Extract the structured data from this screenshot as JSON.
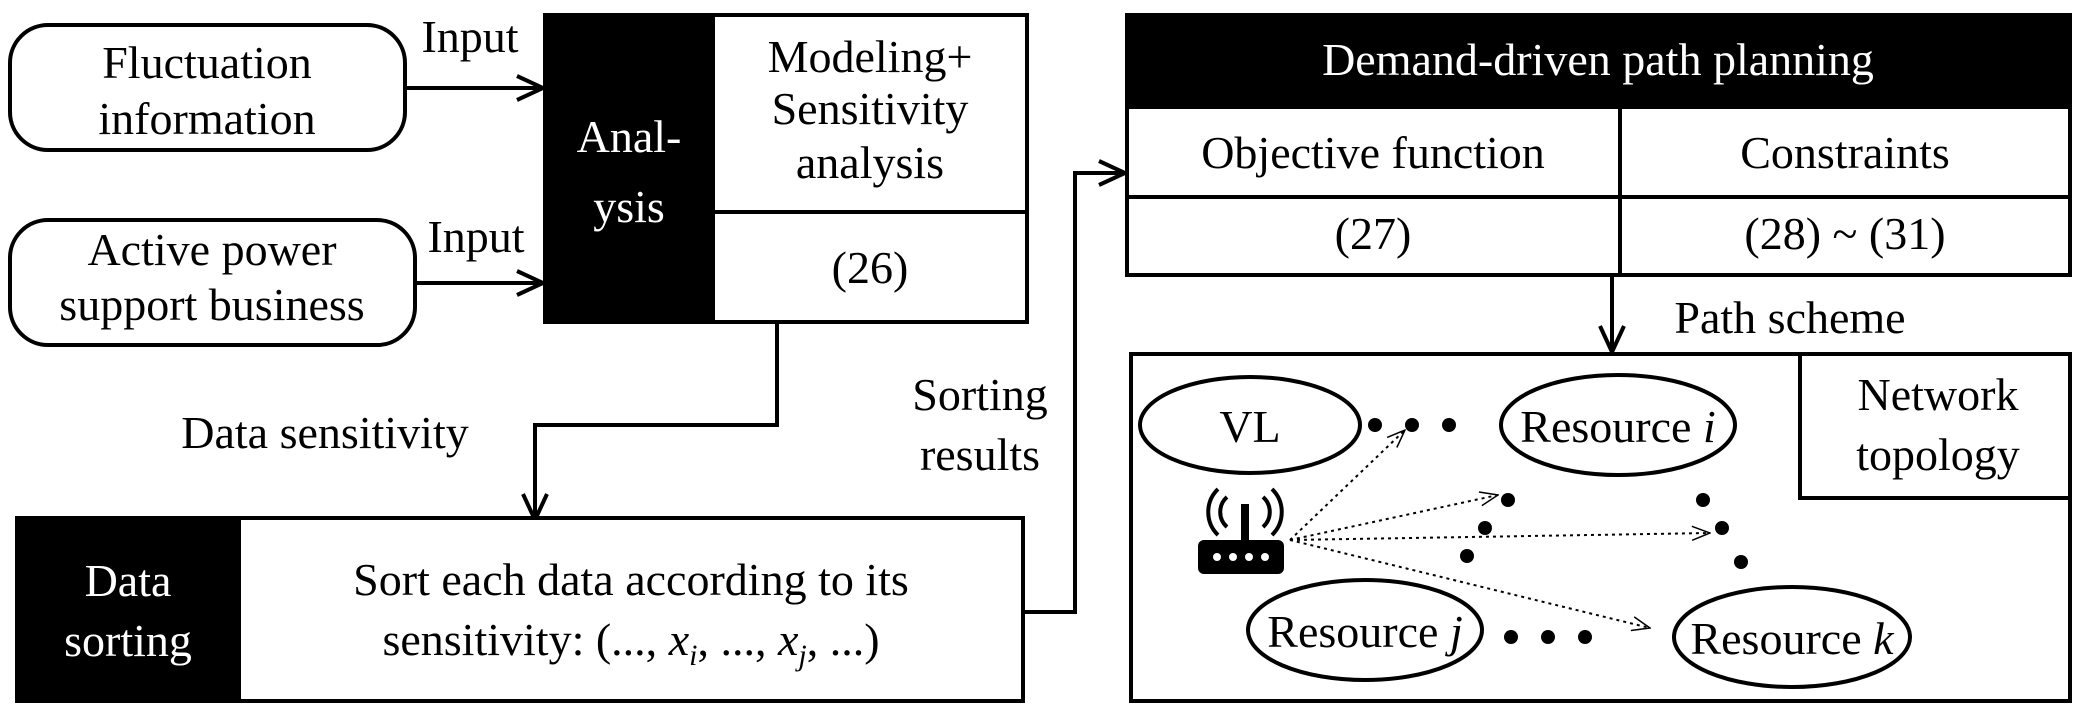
{
  "inputs": {
    "fluctuation": [
      "Fluctuation",
      "information"
    ],
    "active_power": [
      "Active power",
      "support business"
    ],
    "arrow_label_1": "Input",
    "arrow_label_2": "Input"
  },
  "analysis": {
    "side_label": [
      "Anal-",
      "ysis"
    ],
    "method": [
      "Modeling+",
      "Sensitivity",
      "analysis"
    ],
    "equation": "(26)"
  },
  "data_sensitivity_label": "Data sensitivity",
  "data_sorting": {
    "side_label": [
      "Data",
      "sorting"
    ],
    "description_line1": "Sort each data according to its",
    "description_line2_prefix": "sensitivity: (..., ",
    "x_var": "x",
    "sub_i": "i",
    "sub_j": "j",
    "sep": ", ..., ",
    "suffix": ", ...)"
  },
  "sorting_results_label": [
    "Sorting",
    "results"
  ],
  "path_planning": {
    "title": "Demand-driven path planning",
    "objective_header": "Objective function",
    "constraints_header": "Constraints",
    "objective_eq": "(27)",
    "constraints_eq": "(28) ~ (31)"
  },
  "path_scheme_label": "Path scheme",
  "network_topology": {
    "label": [
      "Network",
      "topology"
    ],
    "vl": "VL",
    "resource_prefix": "Resource ",
    "res_i": "i",
    "res_j": "j",
    "res_k": "k",
    "router_icon": "wireless-router-icon"
  }
}
